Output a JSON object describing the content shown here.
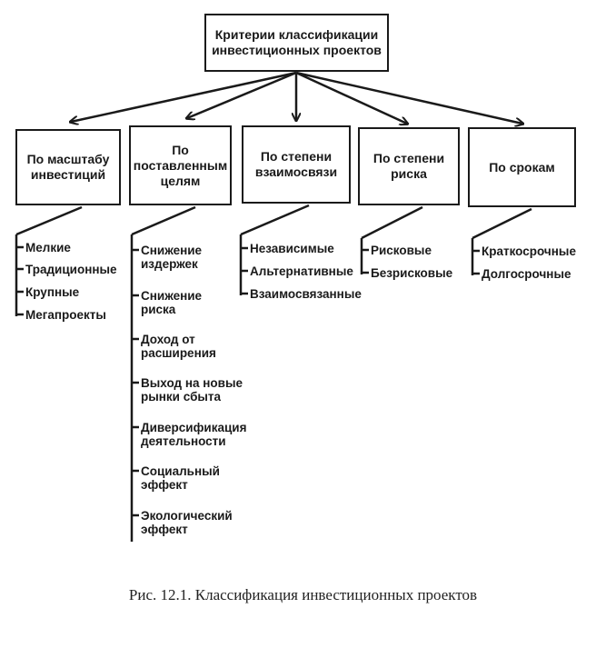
{
  "root": {
    "line1": "Критерии классификации",
    "line2": "инвестиционных проектов"
  },
  "categories": [
    {
      "lines": [
        "По масштабу",
        "инвестиций"
      ],
      "items": [
        [
          "Мелкие"
        ],
        [
          "Традиционные"
        ],
        [
          "Крупные"
        ],
        [
          "Мегапроекты"
        ]
      ]
    },
    {
      "lines": [
        "По",
        "поставленным",
        "целям"
      ],
      "items": [
        [
          "Снижение",
          "издержек"
        ],
        [
          "Снижение",
          "риска"
        ],
        [
          "Доход от",
          "расширения"
        ],
        [
          "Выход на новые",
          "рынки сбыта"
        ],
        [
          "Диверсификация",
          "деятельности"
        ],
        [
          "Социальный",
          "эффект"
        ],
        [
          "Экологический",
          "эффект"
        ]
      ]
    },
    {
      "lines": [
        "По степени",
        "взаимосвязи"
      ],
      "items": [
        [
          "Независимые"
        ],
        [
          "Альтернативные"
        ],
        [
          "Взаимосвязанные"
        ]
      ]
    },
    {
      "lines": [
        "По степени",
        "риска"
      ],
      "items": [
        [
          "Рисковые"
        ],
        [
          "Безрисковые"
        ]
      ]
    },
    {
      "lines": [
        "По срокам"
      ],
      "items": [
        [
          "Краткосрочные"
        ],
        [
          "Долгосрочные"
        ]
      ]
    }
  ],
  "caption": "Рис. 12.1. Классификация инвестиционных проектов"
}
